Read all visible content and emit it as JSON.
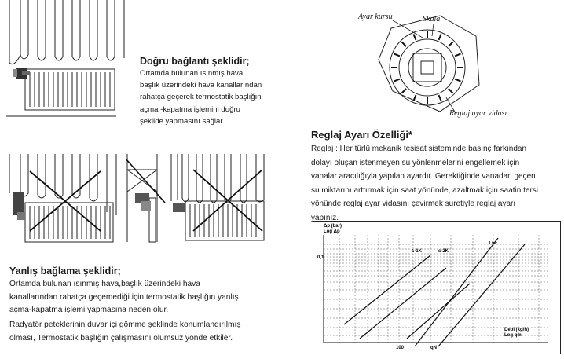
{
  "correct": {
    "title": "Doğru bağlantı şeklidir;",
    "lines": [
      "Ortamda bulunan ısınmış hava,",
      "başlık üzerindeki hava kanallarından",
      "rahatça geçerek termostatik başlığın",
      "açma -kapatma işlemini doğru",
      "şekilde yapmasını sağlar."
    ]
  },
  "wrong": {
    "title": "Yanlış bağlama şeklidir;",
    "para1": [
      "Ortamda bulunan ısınmış hava,başlık üzerindeki hava",
      "kanallarından rahatça geçemediği için termostatik başlığın yanlış",
      "açma-kapatma işlemi yapmasına neden olur."
    ],
    "para2": [
      "Radyatör peteklerinin duvar içi gömme şeklinde konumlandırılmış",
      "olması, Termostatik başlığın çalışmasını olumsuz yönde etkiler."
    ]
  },
  "dial": {
    "label_ayar_kursu": "Ayar kursu",
    "label_skala": "Skala",
    "label_reglaj_vidasi": "Reglaj ayar vidası"
  },
  "reglaj": {
    "title": "Reglaj Ayarı Özelliği*",
    "lines": [
      "Reglaj : Her türlü mekanik tesisat sisteminde basınç farkından",
      "dolayı oluşan istenmeyen su yönlenmelerini engellemek için",
      "vanalar aracılığıyla yapılan ayardır. Gerektiğinde vanadan geçen",
      "su miktarını arttırmak için saat yönünde, azaltmak için saatin tersi",
      "yönünde reglaj ayar vidasını çevirmek suretiyle reglaj ayarı",
      "yapınız."
    ]
  },
  "chart_data": {
    "type": "line",
    "ylabel": "Δp (bar)",
    "ylabel_sub": "Log Δp",
    "xlabel": "Debi (kg/h)",
    "xlabel_sub": "Log qm",
    "y_tick": "0,1",
    "x_ticks": [
      "100",
      "qN"
    ],
    "series": [
      {
        "name": "s-1K"
      },
      {
        "name": "s-2K"
      }
    ],
    "annotation_top": "1 tur"
  }
}
